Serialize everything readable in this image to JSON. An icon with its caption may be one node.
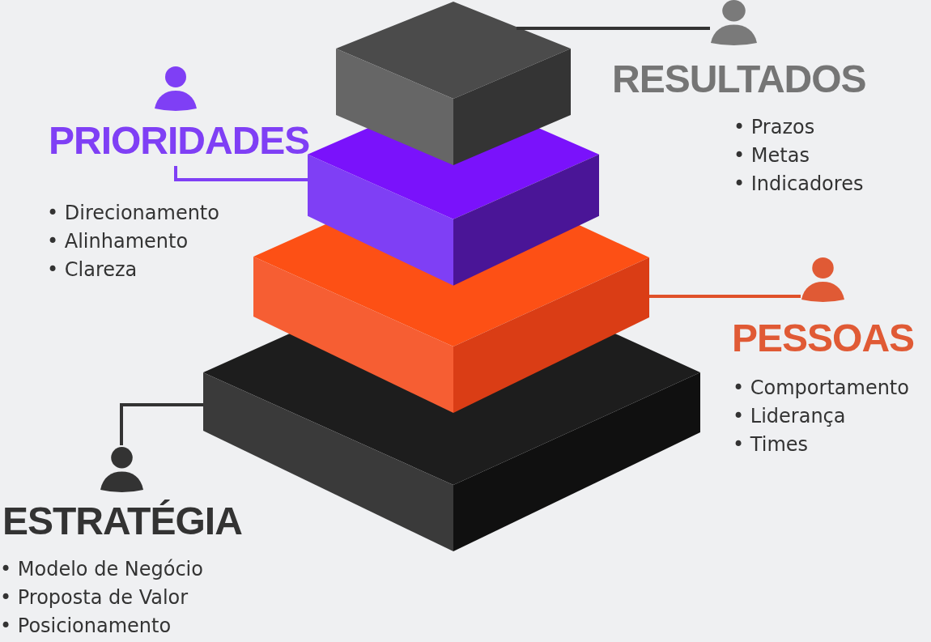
{
  "diagram": {
    "nodes": [
      {
        "text": [
          "RESULTADOS",
          "• Prazos",
          "• Metas",
          "• Indicadores"
        ]
      },
      {
        "text": [],
        "shape": "box"
      },
      {
        "text": [
          "PRIORIDADES",
          "• Direcionamento",
          "• Alinhamento",
          "• Clareza"
        ]
      },
      {
        "text": [],
        "shape": "box"
      },
      {
        "text": [],
        "shape": "box"
      },
      {
        "text": [
          "PESSOAS",
          "• Comportamento",
          "• Liderança",
          "• Times"
        ]
      },
      {
        "text": [],
        "shape": "box"
      },
      {
        "text": [
          "ESTRATÉGIA",
          "• Modelo de Negócio",
          "• Proposta de Valor",
          "• Posicionamento"
        ]
      }
    ],
    "edges": [
      {
        "from": 0,
        "to": 1,
        "arrow": "none"
      },
      {
        "from": 2,
        "to": 3,
        "arrow": "none",
        "color": "#7f3ff5"
      },
      {
        "from": 5,
        "to": 4,
        "arrow": "none",
        "color": "#e0512a"
      },
      {
        "from": 7,
        "to": 6,
        "arrow": "none"
      }
    ]
  }
}
